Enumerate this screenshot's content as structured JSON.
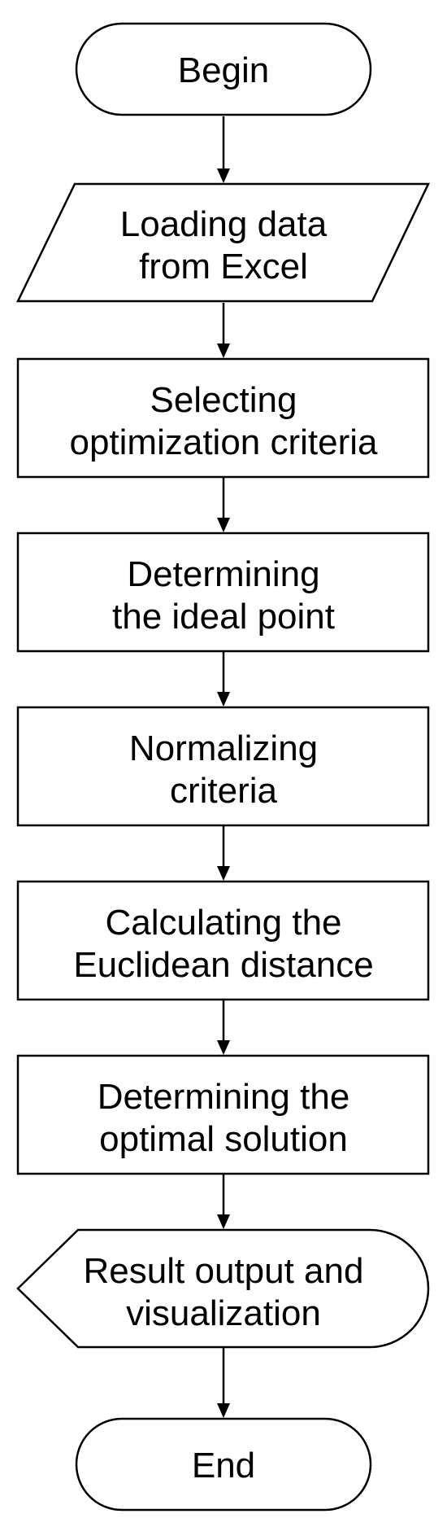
{
  "flowchart": {
    "steps": [
      {
        "id": "begin",
        "shape": "terminator",
        "lines": [
          "Begin"
        ]
      },
      {
        "id": "load-data",
        "shape": "data",
        "lines": [
          "Loading data",
          "from Excel"
        ]
      },
      {
        "id": "select-criteria",
        "shape": "process",
        "lines": [
          "Selecting",
          "optimization criteria"
        ]
      },
      {
        "id": "ideal-point",
        "shape": "process",
        "lines": [
          "Determining",
          "the ideal point"
        ]
      },
      {
        "id": "normalize",
        "shape": "process",
        "lines": [
          "Normalizing",
          "criteria"
        ]
      },
      {
        "id": "euclidean",
        "shape": "process",
        "lines": [
          "Calculating the",
          "Euclidean distance"
        ]
      },
      {
        "id": "optimal",
        "shape": "process",
        "lines": [
          "Determining the",
          "optimal solution"
        ]
      },
      {
        "id": "output",
        "shape": "display",
        "lines": [
          "Result output and",
          "visualization"
        ]
      },
      {
        "id": "end",
        "shape": "terminator",
        "lines": [
          "End"
        ]
      }
    ]
  }
}
